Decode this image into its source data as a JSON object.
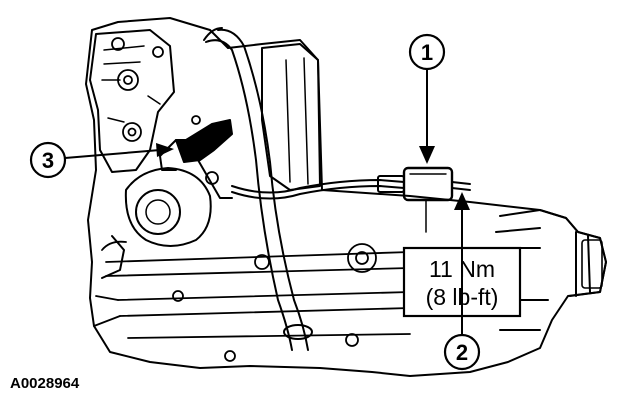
{
  "figure": {
    "id_label": "A0028964",
    "callouts": [
      {
        "number": "1"
      },
      {
        "number": "2"
      },
      {
        "number": "3"
      }
    ],
    "spec_box": {
      "line1": "11 Nm",
      "line2": "(8 lb-ft)"
    }
  },
  "colors": {
    "ink": "#000000",
    "paper": "#ffffff"
  }
}
